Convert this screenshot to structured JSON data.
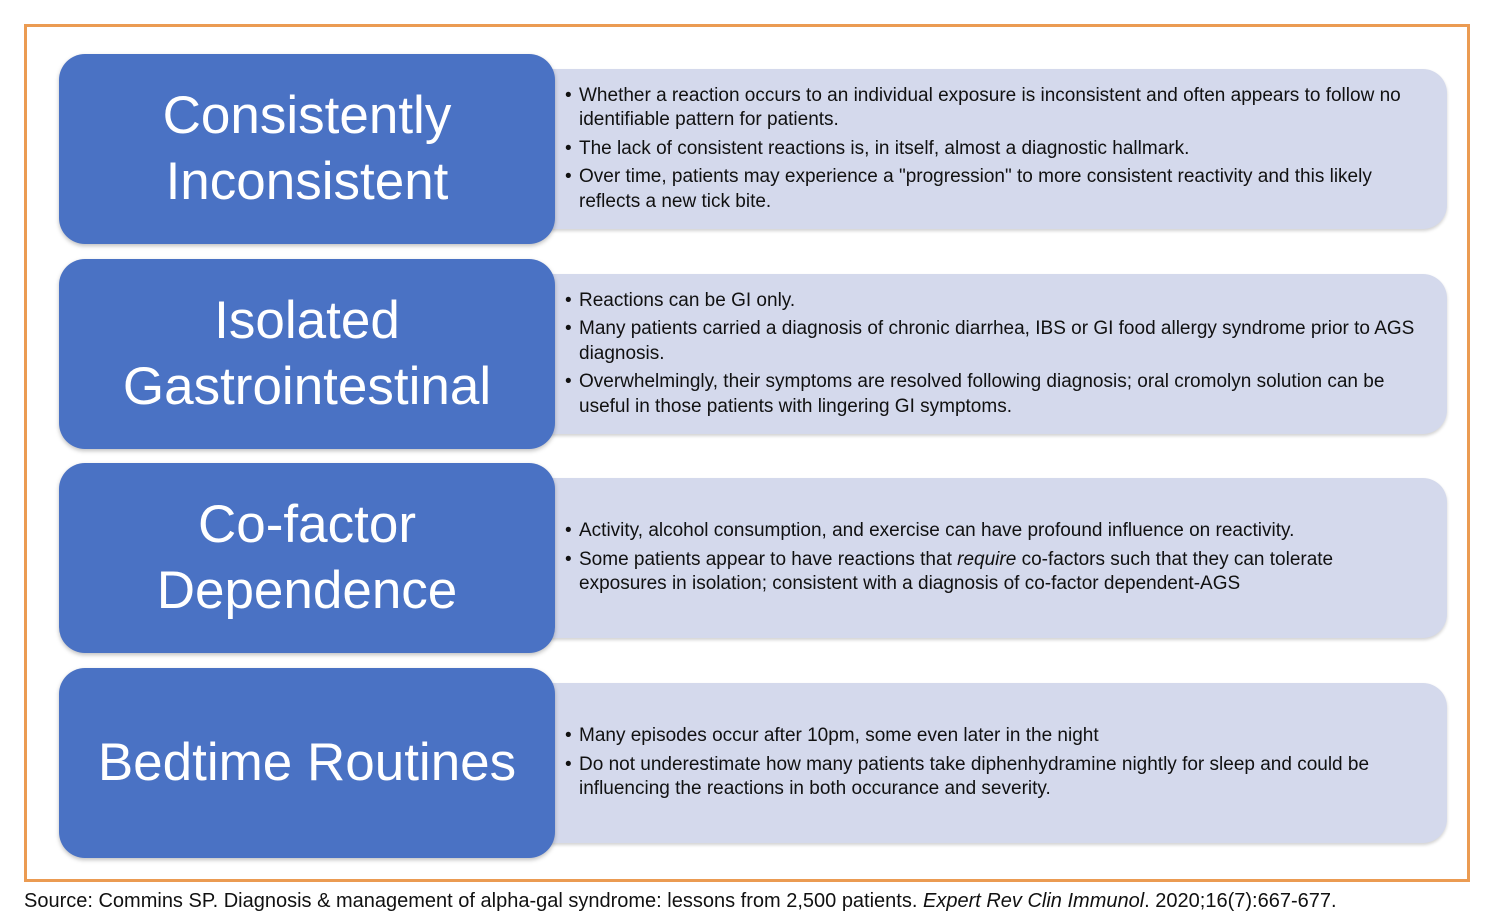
{
  "rows": [
    {
      "title_lines": [
        "Consistently",
        "Inconsistent"
      ],
      "bullets": [
        "Whether a reaction occurs to an individual exposure is inconsistent and often appears to follow no identifiable pattern for patients.",
        "The lack of consistent reactions is, in itself, almost a diagnostic hallmark.",
        "Over time, patients may experience a \"progression\" to more consistent reactivity and this likely reflects a new tick bite."
      ]
    },
    {
      "title_lines": [
        "Isolated",
        "Gastrointestinal"
      ],
      "bullets": [
        "Reactions can be GI only.",
        "Many patients carried a diagnosis of chronic diarrhea, IBS or GI food allergy syndrome prior to AGS diagnosis.",
        "Overwhelmingly, their symptoms are resolved following diagnosis; oral cromolyn solution can be useful in those patients with lingering GI symptoms."
      ]
    },
    {
      "title_lines": [
        "Co-factor",
        "Dependence"
      ],
      "bullets": [
        "Activity, alcohol consumption, and exercise can have profound influence on reactivity.",
        {
          "before": "Some patients appear to have reactions that ",
          "em": "require",
          "after": " co-factors such that they can tolerate exposures in isolation; consistent with a diagnosis of co-factor dependent-AGS"
        }
      ]
    },
    {
      "title_lines": [
        "Bedtime Routines"
      ],
      "bullets": [
        "Many episodes occur after 10pm, some even later in the night",
        "Do not underestimate how many patients take diphenhydramine nightly for sleep and could be influencing the reactions in both occurance and severity."
      ]
    }
  ],
  "source": {
    "prefix": "Source: Commins SP. Diagnosis & management of alpha-gal syndrome: lessons from 2,500 patients. ",
    "journal": "Expert Rev Clin Immunol",
    "suffix": ". 2020;16(7):667-677."
  },
  "colors": {
    "title_box": "#4a72c4",
    "panel": "#d4d9ec",
    "frame_border": "#eb9b52"
  }
}
